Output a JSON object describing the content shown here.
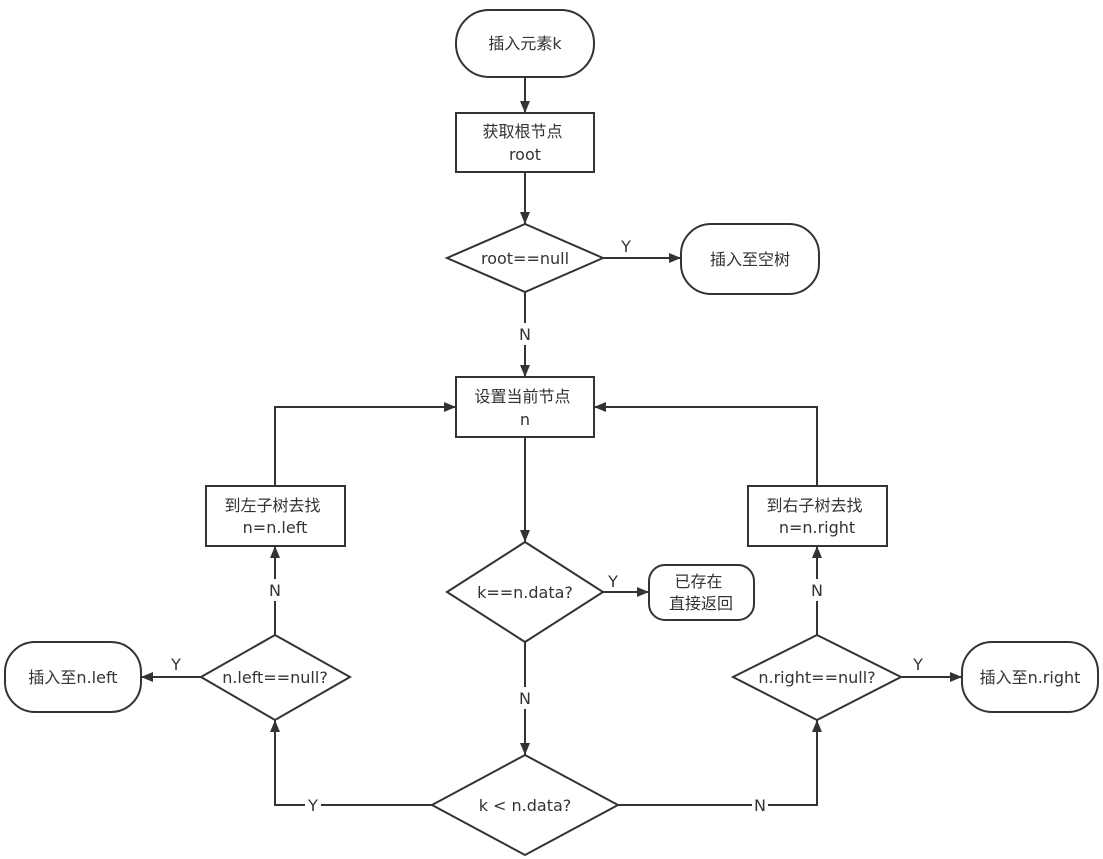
{
  "colors": {
    "stroke": "#333333",
    "fill": "#ffffff",
    "text": "#333333"
  },
  "nodes": {
    "start": {
      "lines": [
        "插入元素k"
      ]
    },
    "get_root": {
      "lines": [
        "获取根节点",
        "root"
      ]
    },
    "root_null": {
      "lines": [
        "root==null"
      ]
    },
    "insert_empty": {
      "lines": [
        "插入至空树"
      ]
    },
    "set_current": {
      "lines": [
        "设置当前节点",
        "n"
      ]
    },
    "k_eq": {
      "lines": [
        "k==n.data?"
      ]
    },
    "exists": {
      "lines": [
        "已存在",
        "直接返回"
      ]
    },
    "k_lt": {
      "lines": [
        "k < n.data?"
      ]
    },
    "go_left": {
      "lines": [
        "到左子树去找",
        "n=n.left"
      ]
    },
    "left_null": {
      "lines": [
        "n.left==null?"
      ]
    },
    "insert_left": {
      "lines": [
        "插入至n.left"
      ]
    },
    "go_right": {
      "lines": [
        "到右子树去找",
        "n=n.right"
      ]
    },
    "right_null": {
      "lines": [
        "n.right==null?"
      ]
    },
    "insert_right": {
      "lines": [
        "插入至n.right"
      ]
    }
  },
  "edge_labels": {
    "root_null_yes": "Y",
    "root_null_no": "N",
    "k_eq_yes": "Y",
    "k_eq_no": "N",
    "k_lt_yes": "Y",
    "k_lt_no": "N",
    "left_null_yes": "Y",
    "left_null_no": "N",
    "right_null_yes": "Y",
    "right_null_no": "N"
  }
}
